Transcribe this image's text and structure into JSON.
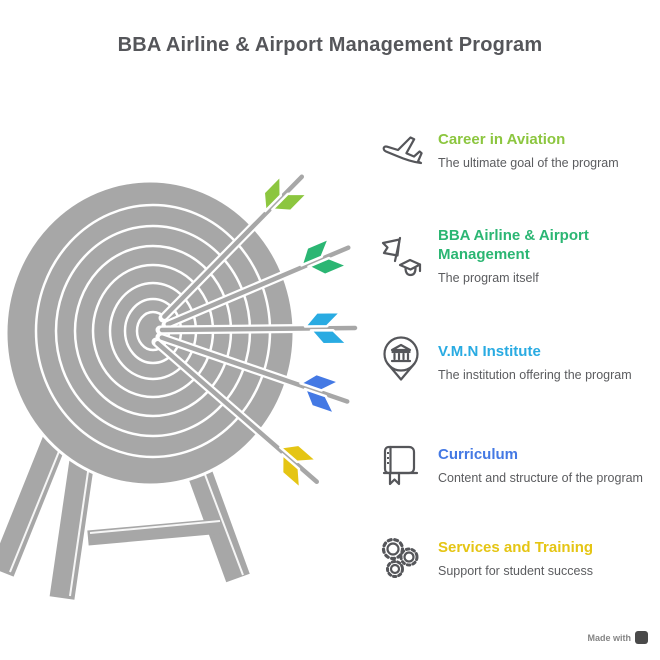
{
  "title": "BBA Airline & Airport Management Program",
  "items": [
    {
      "heading": "Career in Aviation",
      "description": "The ultimate goal of the program",
      "color": "#8CC63F",
      "icon": "plane-landing-icon"
    },
    {
      "heading": "BBA Airline & Airport Management",
      "description": "The program itself",
      "color": "#2BB673",
      "icon": "flag-graduation-icon"
    },
    {
      "heading": "V.M.N Institute",
      "description": "The institution offering the program",
      "color": "#29ABE2",
      "icon": "institute-location-pin-icon"
    },
    {
      "heading": "Curriculum",
      "description": "Content and structure of the program",
      "color": "#4479E4",
      "icon": "curriculum-book-icon"
    },
    {
      "heading": "Services and Training",
      "description": "Support for student success",
      "color": "#E5C514",
      "icon": "services-gears-icon"
    }
  ],
  "graphic": {
    "target_gray": "#A7A7A7",
    "outline_white": "#FFFFFF"
  },
  "watermark": {
    "text": "Made with"
  }
}
